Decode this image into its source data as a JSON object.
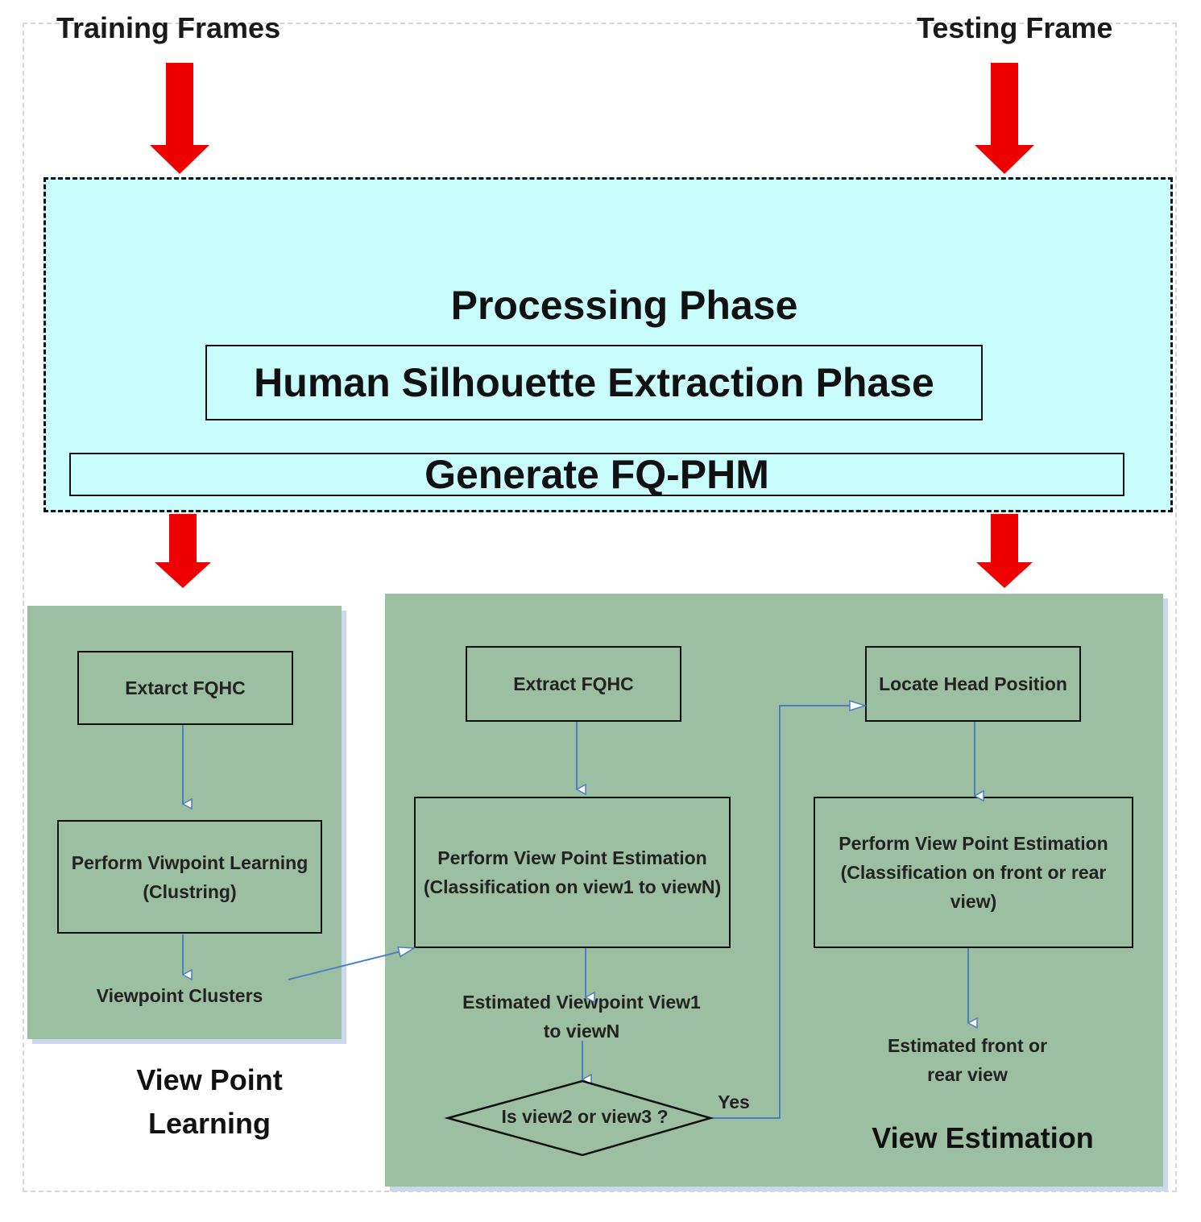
{
  "inputs": {
    "training_label": "Training Frames",
    "testing_label": "Testing Frame"
  },
  "processing": {
    "title": "Processing Phase",
    "silhouette": "Human Silhouette Extraction Phase",
    "generate": "Generate FQ-PHM"
  },
  "learning": {
    "extract": "Extarct FQHC",
    "perform": "Perform Viwpoint Learning (Clustring)",
    "clusters": "Viewpoint Clusters",
    "title": "View Point Learning"
  },
  "estimation": {
    "extract": "Extract FQHC",
    "perform": "Perform View Point Estimation (Classification on view1 to viewN)",
    "estimated": "Estimated Viewpoint View1  to viewN",
    "decision": "Is view2 or view3 ?",
    "yes": "Yes",
    "locate": "Locate Head Position",
    "perform2": "Perform View Point Estimation (Classification on front or rear view)",
    "estimated2": "Estimated front or rear view",
    "title": "View Estimation"
  },
  "colors": {
    "phase_fill": "#c9fdfd",
    "panel_fill": "#9bbfa0",
    "arrow_red": "#ee0000",
    "flow_blue": "#4a7fc1"
  },
  "icons": [
    "down-arrow-icon",
    "flow-arrow-icon"
  ]
}
